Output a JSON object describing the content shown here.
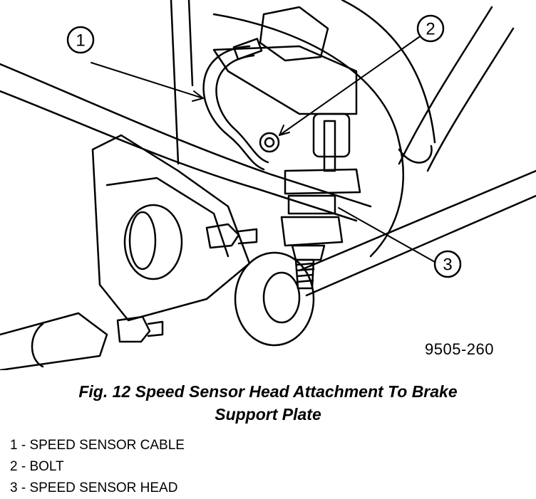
{
  "figure": {
    "id_code": "9505-260",
    "caption_line1": "Fig. 12 Speed Sensor Head Attachment To Brake",
    "caption_line2": "Support Plate"
  },
  "callouts": [
    "1",
    "2",
    "3"
  ],
  "legend": [
    "1 - SPEED SENSOR CABLE",
    "2 - BOLT",
    "3 - SPEED SENSOR HEAD"
  ]
}
